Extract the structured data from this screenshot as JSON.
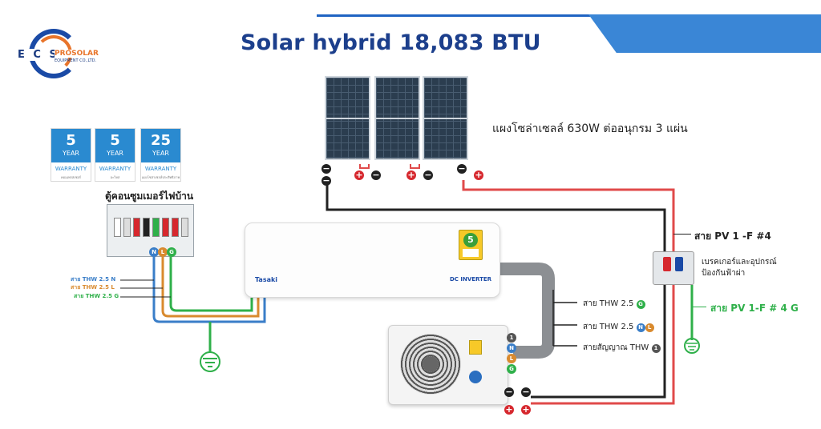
{
  "header": {
    "title": "Solar hybrid 18,083 BTU",
    "band_color": "#3a86d6",
    "title_color": "#1c3f8c"
  },
  "logo": {
    "letters": "E C S",
    "brand": "PROSOLAR",
    "subtitle": "EQUIPMENT CO.,LTD."
  },
  "warranty": [
    {
      "years": "5",
      "unit": "YEAR",
      "label": "WARRANTY",
      "caption": "คอมเพรสเซอร์"
    },
    {
      "years": "5",
      "unit": "YEAR",
      "label": "WARRANTY",
      "caption": "อะไหล่"
    },
    {
      "years": "25",
      "unit": "YEAR",
      "label": "WARRANTY",
      "caption": "แผงโซล่าเซลล์ประสิทธิภาพ"
    }
  ],
  "solar": {
    "label": "แผงโซล่าเซลล์ 630W ต่ออนุกรม 3 แผ่น",
    "panel_count": 3,
    "positive": "+",
    "negative": "−"
  },
  "consumer_unit": {
    "label": "ตู้คอนซูมเมอร์ไฟบ้าน",
    "terminal_letters": [
      "N",
      "L",
      "G"
    ]
  },
  "house_wires": {
    "n": "สาย THW 2.5 N",
    "l": "สาย THW 2.5 L",
    "g": "สาย THW 2.5 G",
    "colors": {
      "n": "#3a7ec8",
      "l": "#d98a2e",
      "g": "#2fb04a"
    }
  },
  "indoor_unit": {
    "brand": "Tasaki",
    "badge": "DC INVERTER",
    "energy_rating": "5"
  },
  "outdoor_links": {
    "wire1": "สาย THW 2.5",
    "wire2": "สาย THW 2.5",
    "wire3": "สายสัญญาณ THW",
    "badge1": "G",
    "badge2a": "N",
    "badge2b": "L",
    "badge3": "1",
    "terminal_numbers": [
      "1",
      "N",
      "L",
      "G"
    ]
  },
  "pv_cables": {
    "pv4": "สาย PV 1 -F #4",
    "pv4g": "สาย PV 1-F # 4 G",
    "pv_color": "#2fb04a",
    "positive_color": "#e04a4a",
    "negative_color": "#222222"
  },
  "breaker": {
    "label_line1": "เบรคเกอร์และอุปกรณ์",
    "label_line2": "ป้องกันฟ้าผ่า"
  }
}
